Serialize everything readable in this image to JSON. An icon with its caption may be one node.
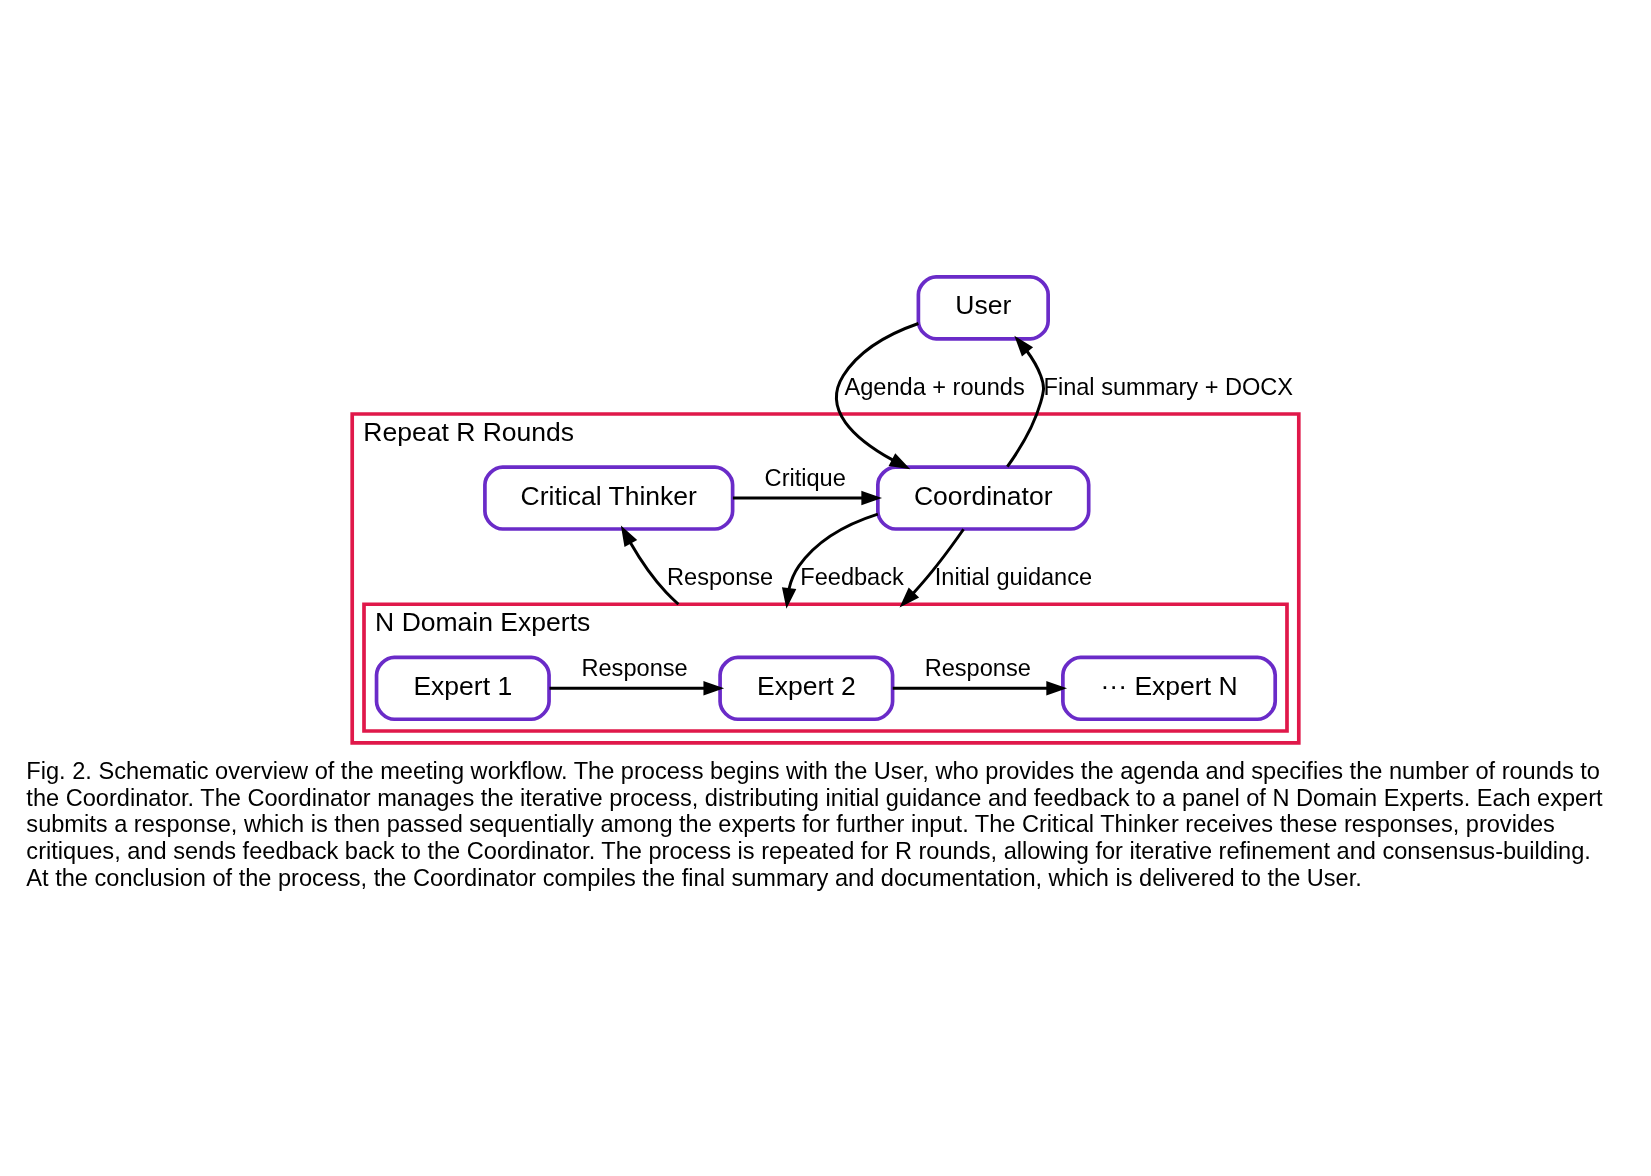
{
  "diagram": {
    "caption": "Fig. 2. Schematic overview of the meeting workflow. The process begins with the User, who provides the agenda and specifies the number of rounds to the Coordinator. The Coordinator manages the iterative process, distributing initial guidance and feedback to a panel of N Domain Experts. Each expert submits a response, which is then passed sequentially among the experts for further input. The Critical Thinker receives these responses, provides critiques, and sends feedback back to the Coordinator. The process is repeated for R rounds, allowing for iterative refinement and consensus-building. At the conclusion of the process, the Coordinator compiles the final summary and documentation, which is delivered to the User.",
    "nodes": [
      {
        "text": [
          "User"
        ]
      },
      {
        "text": [
          "Repeat R Rounds"
        ]
      },
      {
        "text": [
          "Coordinator"
        ],
        "in": 1
      },
      {
        "text": [
          "Critical Thinker"
        ],
        "in": 1
      },
      {
        "text": [
          "N Domain Experts"
        ],
        "in": 1
      },
      {
        "text": [
          "Expert 1"
        ],
        "in": 4
      },
      {
        "text": [
          "Expert 2"
        ],
        "in": 4
      },
      {
        "text": [
          "··· Expert N"
        ],
        "in": 4
      }
    ],
    "edges": [
      {
        "from": 2,
        "to": 0,
        "arrow": "to",
        "label": "Final summary + DOCX"
      },
      {
        "from": 0,
        "to": 2,
        "arrow": "to",
        "label": "Agenda + rounds"
      },
      {
        "from": 3,
        "to": 2,
        "arrow": "to",
        "label": "Critique"
      },
      {
        "from": 2,
        "to": 4,
        "arrow": "to",
        "label": "Feedback"
      },
      {
        "from": 2,
        "to": 4,
        "arrow": "to",
        "label": "Initial guidance"
      },
      {
        "from": 4,
        "to": 3,
        "arrow": "to",
        "label": "Response"
      },
      {
        "from": 5,
        "to": 6,
        "arrow": "to",
        "label": "Response"
      },
      {
        "from": 6,
        "to": 7,
        "arrow": "to",
        "label": "Response"
      }
    ]
  }
}
